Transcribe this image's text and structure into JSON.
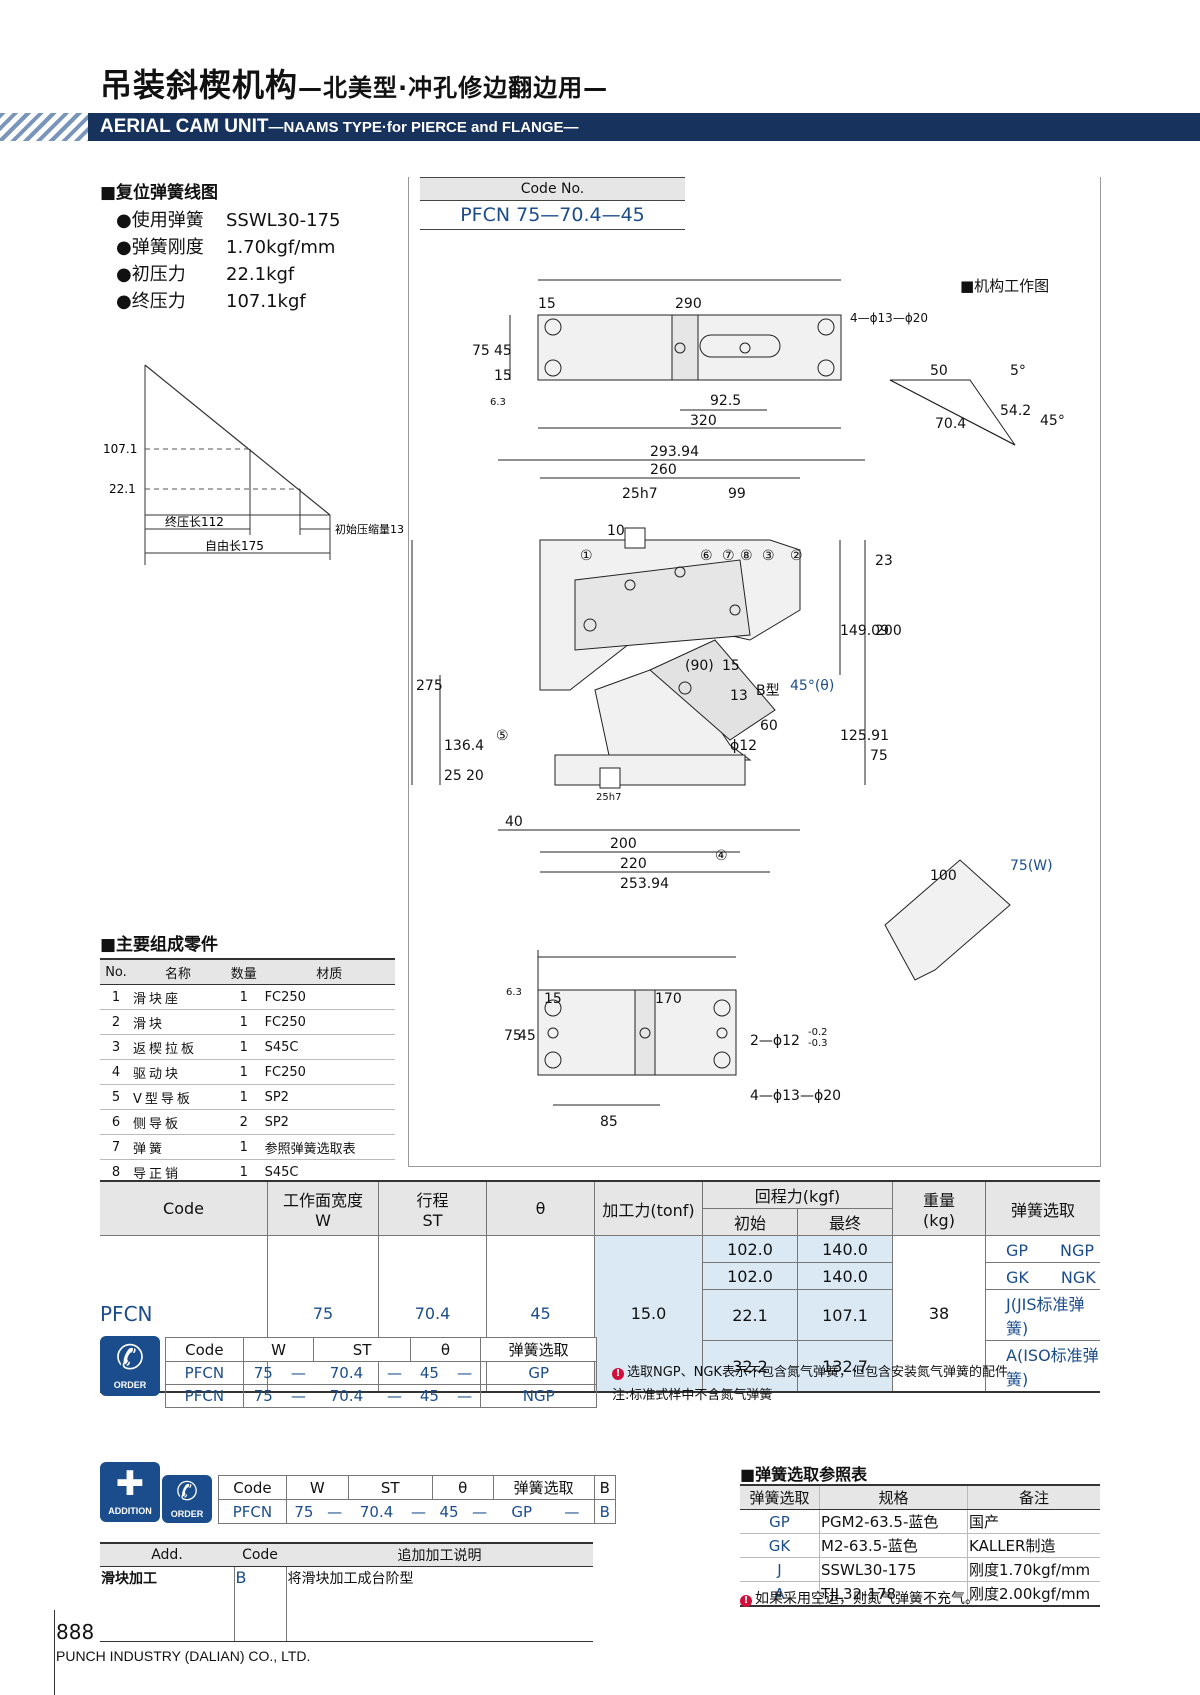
{
  "header": {
    "title_main": "吊装斜楔机构",
    "title_sub": "—北美型·冲孔修边翻边用—",
    "banner_main": "AERIAL CAM UNIT",
    "banner_sub": "—NAAMS TYPE·for PIERCE and FLANGE—"
  },
  "spring_diagram": {
    "heading": "■复位弹簧线图",
    "specs": [
      {
        "label": "●使用弹簧",
        "value": "SSWL30-175"
      },
      {
        "label": "●弹簧刚度",
        "value": "1.70kgf/mm"
      },
      {
        "label": "●初压力",
        "value": "22.1kgf"
      },
      {
        "label": "●终压力",
        "value": "107.1kgf"
      }
    ],
    "graph_labels": {
      "y_final": "107.1",
      "y_initial": "22.1",
      "final_length": "终压长112",
      "free_length": "自由长175",
      "initial_compression": "初始压缩量13"
    }
  },
  "code_box": {
    "header": "Code No.",
    "value": "PFCN 75—70.4—45"
  },
  "drawing": {
    "work_heading": "■机构工作图",
    "dims_top": [
      "15",
      "290",
      "4—ϕ13—ϕ20",
      "75",
      "45",
      "15",
      "6.3",
      "92.5",
      "320"
    ],
    "dims_side": [
      "293.94",
      "260",
      "25h7",
      "99",
      "10",
      "23",
      "149.09",
      "200",
      "275",
      "136.4",
      "125.91",
      "75",
      "25",
      "20",
      "40",
      "200",
      "220",
      "253.94",
      "(90)",
      "15",
      "13",
      "60",
      "45°(θ)",
      "ϕ12",
      "B型",
      "25h7"
    ],
    "dims_bottom": [
      "15",
      "170",
      "2—ϕ12",
      "-0.2",
      "-0.3",
      "4—ϕ13—ϕ20",
      "75",
      "45",
      "85",
      "6.3"
    ],
    "dims_angle": [
      "50",
      "5°",
      "70.4",
      "54.2",
      "45°"
    ],
    "dims_face": [
      "100",
      "75(W)"
    ],
    "balloons": [
      "①",
      "②",
      "③",
      "④",
      "⑤",
      "⑥",
      "⑦",
      "⑧"
    ]
  },
  "parts": {
    "heading": "■主要组成零件",
    "columns": [
      "No.",
      "名称",
      "数量",
      "材质"
    ],
    "rows": [
      [
        "1",
        "滑块座",
        "1",
        "FC250"
      ],
      [
        "2",
        "滑块",
        "1",
        "FC250"
      ],
      [
        "3",
        "返楔拉板",
        "1",
        "S45C"
      ],
      [
        "4",
        "驱动块",
        "1",
        "FC250"
      ],
      [
        "5",
        "V型导板",
        "1",
        "SP2"
      ],
      [
        "6",
        "侧导板",
        "2",
        "SP2"
      ],
      [
        "7",
        "弹簧",
        "1",
        "参照弹簧选取表"
      ],
      [
        "8",
        "导正销",
        "1",
        "S45C"
      ]
    ]
  },
  "main_table": {
    "h_code": "Code",
    "h_w": "工作面宽度",
    "h_w2": "W",
    "h_st": "行程",
    "h_st2": "ST",
    "h_theta": "θ",
    "h_force": "加工力(tonf)",
    "h_return": "回程力(kgf)",
    "h_init": "初始",
    "h_final": "最终",
    "h_weight": "重量",
    "h_weight2": "(kg)",
    "h_spring": "弹簧选取",
    "code": "PFCN",
    "w": "75",
    "st": "70.4",
    "theta": "45",
    "force": "15.0",
    "weight": "38",
    "rows": [
      {
        "init": "102.0",
        "final": "140.0",
        "spring": "GP　　NGP"
      },
      {
        "init": "102.0",
        "final": "140.0",
        "spring": "GK　　NGK"
      },
      {
        "init": "22.1",
        "final": "107.1",
        "spring": "J(JIS标准弹簧)"
      },
      {
        "init": "32.2",
        "final": "132.7",
        "spring": "A(ISO标准弹簧)"
      }
    ]
  },
  "order": {
    "icon_label": "ORDER",
    "columns": [
      "Code",
      "W",
      "ST",
      "θ",
      "弹簧选取"
    ],
    "rows": [
      [
        "PFCN",
        "75",
        "—",
        "70.4",
        "—",
        "45",
        "—",
        "GP"
      ],
      [
        "PFCN",
        "75",
        "—",
        "70.4",
        "—",
        "45",
        "—",
        "NGP"
      ]
    ],
    "note1": "选取NGP、NGK表示不包含氮气弹簧，但包含安装氮气弹簧的配件",
    "note2": "注:标准式样中不含氮气弹簧"
  },
  "addition": {
    "icon_label": "ADDITION",
    "order_label": "ORDER",
    "columns": [
      "Code",
      "W",
      "ST",
      "θ",
      "弹簧选取",
      "B"
    ],
    "row": [
      "PFCN",
      "75",
      "—",
      "70.4",
      "—",
      "45",
      "—",
      "GP",
      "—",
      "B"
    ],
    "desc_columns": [
      "Add.",
      "Code",
      "追加加工说明"
    ],
    "desc_row": [
      "滑块加工",
      "B",
      "将滑块加工成台阶型"
    ]
  },
  "spring_ref": {
    "heading": "■弹簧选取参照表",
    "columns": [
      "弹簧选取",
      "规格",
      "备注"
    ],
    "rows": [
      [
        "GP",
        "PGM2-63.5-蓝色",
        "国产"
      ],
      [
        "GK",
        "M2-63.5-蓝色",
        "KALLER制造"
      ],
      [
        "J",
        "SSWL30-175",
        "刚度1.70kgf/mm"
      ],
      [
        "A",
        "TJL32-178",
        "刚度2.00kgf/mm"
      ]
    ],
    "note": "如果采用空运，则氮气弹簧不充气。"
  },
  "footer": {
    "page": "888",
    "company": "PUNCH INDUSTRY (DALIAN) CO., LTD."
  }
}
